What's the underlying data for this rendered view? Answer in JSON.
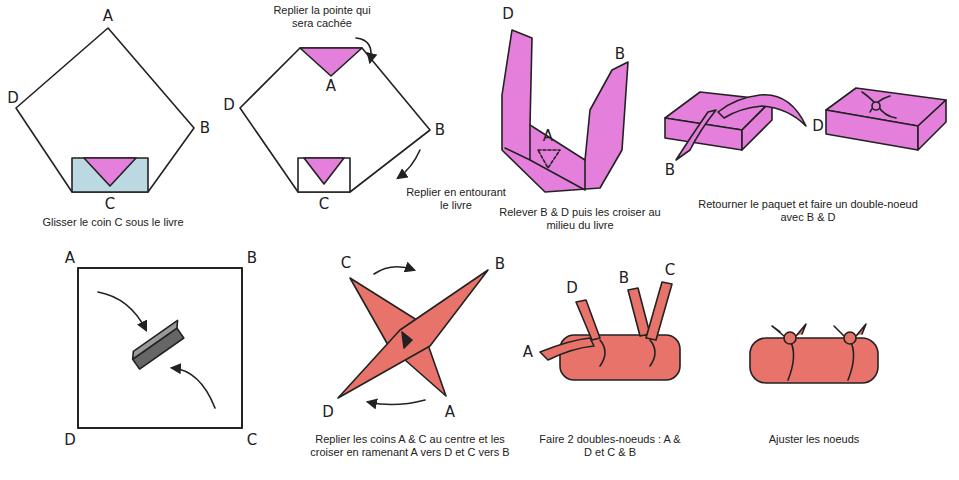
{
  "diagram": {
    "labels": [
      "A",
      "D",
      "B",
      "C",
      "Glisser le coin C sous le livre",
      "Replier la pointe qui sera cachée",
      "A",
      "D",
      "B",
      "C",
      "Replier en entourant le livre",
      "D",
      "B",
      "A",
      "Relever B & D puis les croiser au milieu du livre",
      "D",
      "B",
      "Retourner le paquet et faire un double-noeud avec B & D",
      "A",
      "B",
      "D",
      "C",
      "C",
      "B",
      "D",
      "A",
      "Replier les coins A & C au centre et les croiser en ramenant A vers D et C vers B",
      "D",
      "B",
      "C",
      "A",
      "Faire 2 doubles-noeuds : A & D et C & B",
      "Ajuster les noeuds"
    ]
  }
}
